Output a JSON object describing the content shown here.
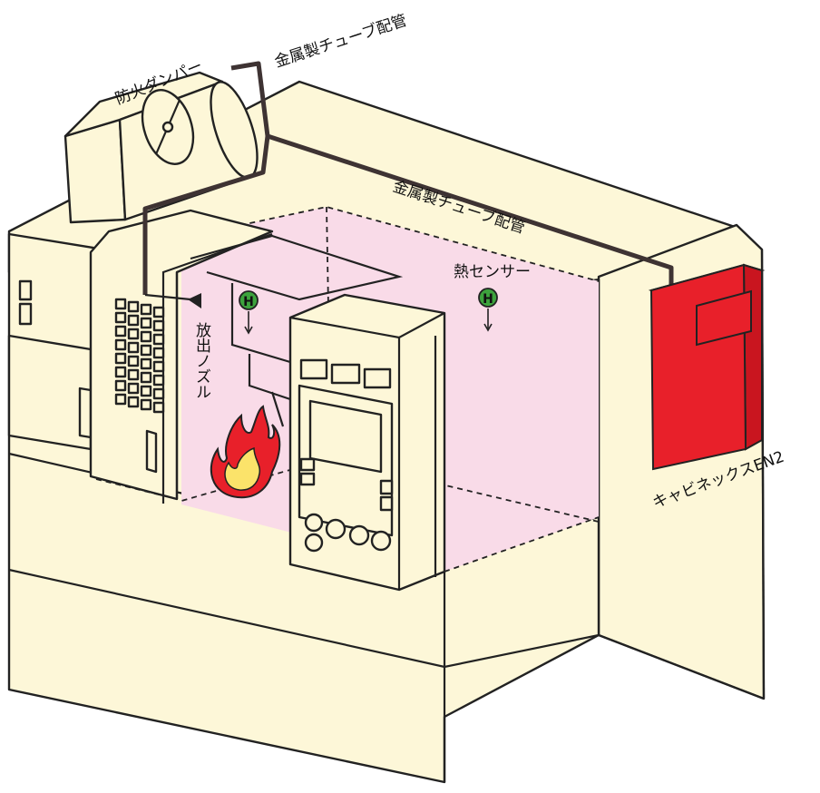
{
  "labels": {
    "damper": "防火ダンパー",
    "tube_top": "金属製チューブ配管",
    "tube_mid": "金属製チューブ配管",
    "heat_sensor": "熱センサー",
    "nozzle": "放出ノズル",
    "unit": "キャビネックスEN2"
  },
  "sensor_symbol": "H",
  "colors": {
    "machine": "#fdf7d8",
    "chamber": "#f9dbe8",
    "unit": "#e8202a",
    "sensor": "#3da33d",
    "pipe": "#4a3a3a",
    "flame_outer": "#e8202a",
    "flame_inner": "#fbe36a"
  },
  "icons": [
    "flame-icon",
    "heat-sensor-icon",
    "nozzle-icon"
  ]
}
